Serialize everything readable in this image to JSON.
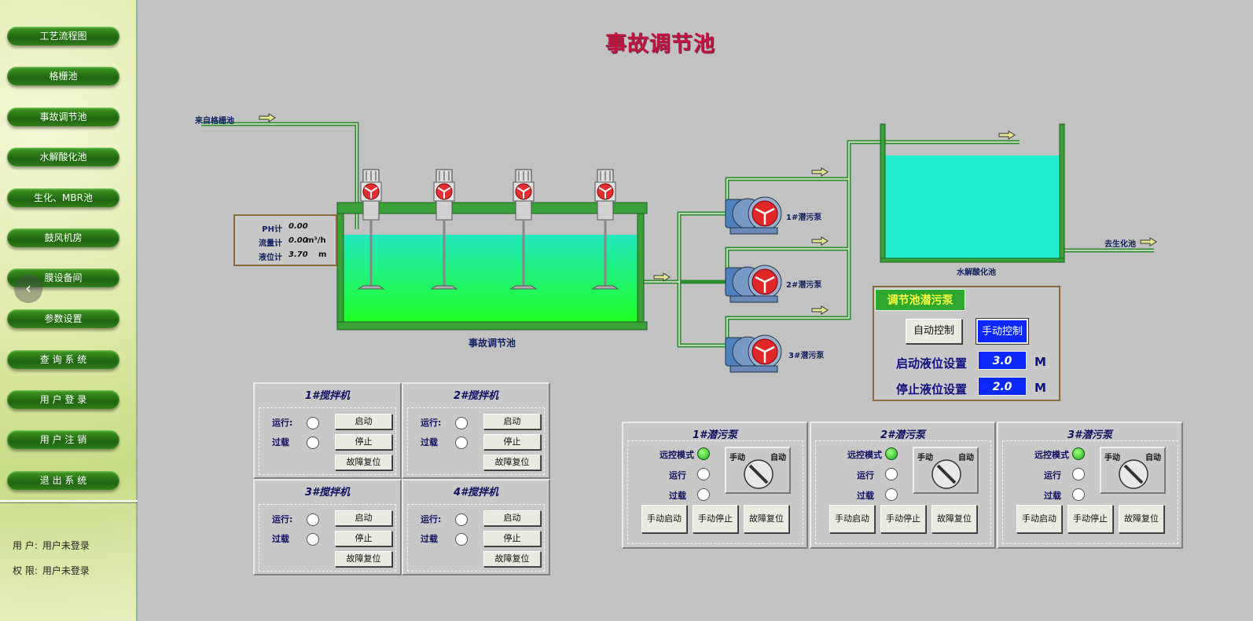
{
  "sidebar": {
    "items": [
      {
        "label": "工艺流程图"
      },
      {
        "label": "格栅池"
      },
      {
        "label": "事故调节池"
      },
      {
        "label": "水解酸化池"
      },
      {
        "label": "生化、MBR池"
      },
      {
        "label": "鼓风机房"
      },
      {
        "label": "膜设备间"
      },
      {
        "label": "参数设置"
      },
      {
        "label": "查 询 系 统"
      },
      {
        "label": "用 户 登 录"
      },
      {
        "label": "用 户 注 销"
      },
      {
        "label": "退 出 系 统"
      }
    ],
    "user_label": "用  户:",
    "user_value": "用户未登录",
    "perm_label": "权  限:",
    "perm_value": "用户未登录"
  },
  "title": "事故调节池",
  "process": {
    "inlet_label": "来自格栅池",
    "tank_label": "事故调节池",
    "hydrolysis_label": "水解酸化池",
    "outlet_label": "去生化池",
    "pumps": [
      {
        "label": "1#潜污泵"
      },
      {
        "label": "2#潜污泵"
      },
      {
        "label": "3#潜污泵"
      }
    ]
  },
  "instruments": [
    {
      "name": "PH计",
      "value": "0.00",
      "unit": ""
    },
    {
      "name": "流量计",
      "value": "0.00",
      "unit": "m³/h"
    },
    {
      "name": "液位计",
      "value": "3.70",
      "unit": "m"
    }
  ],
  "mixers": [
    {
      "title": "1#搅拌机"
    },
    {
      "title": "2#搅拌机"
    },
    {
      "title": "3#搅拌机"
    },
    {
      "title": "4#搅拌机"
    }
  ],
  "mixer_labels": {
    "run": "运行:",
    "overload": "过载",
    "start": "启动",
    "stop": "停止",
    "reset": "故障复位"
  },
  "pump_panels": [
    {
      "title": "1#潜污泵"
    },
    {
      "title": "2#潜污泵"
    },
    {
      "title": "3#潜污泵"
    }
  ],
  "pump_labels": {
    "remote": "远控模式",
    "run": "运行",
    "overload": "过载",
    "manual": "手动",
    "auto": "自动",
    "manual_start": "手动启动",
    "manual_stop": "手动停止",
    "reset": "故障复位"
  },
  "control": {
    "title": "调节池潜污泵",
    "auto_btn": "自动控制",
    "manual_btn": "手动控制",
    "start_label": "启动液位设置",
    "start_value": "3.0",
    "stop_label": "停止液位设置",
    "stop_value": "2.0",
    "unit": "M"
  },
  "colors": {
    "water_tank": "#18e880",
    "water_hydro": "#20f0d0",
    "pipe": "#2e8b2e",
    "active_btn": "#0a28ff"
  }
}
